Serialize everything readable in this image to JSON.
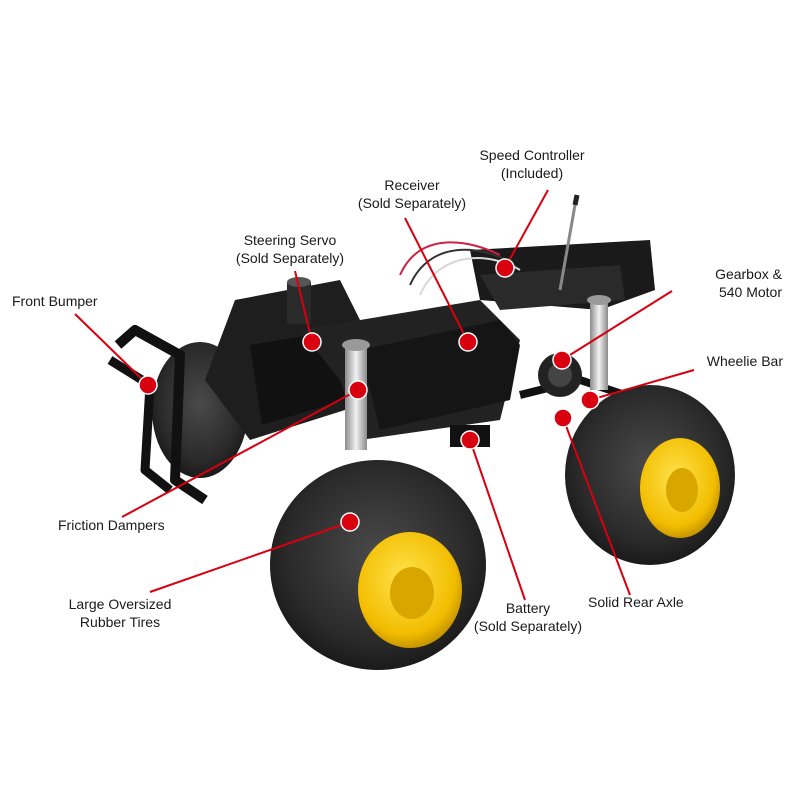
{
  "diagram": {
    "callouts": [
      {
        "id": "speed-controller",
        "lines": [
          "Speed Controller",
          "(Included)"
        ]
      },
      {
        "id": "receiver",
        "lines": [
          "Receiver",
          "(Sold Separately)"
        ]
      },
      {
        "id": "steering-servo",
        "lines": [
          "Steering Servo",
          "(Sold Separately)"
        ]
      },
      {
        "id": "front-bumper",
        "lines": [
          "Front Bumper"
        ]
      },
      {
        "id": "gearbox-motor",
        "lines": [
          "Gearbox &",
          "540 Motor"
        ]
      },
      {
        "id": "wheelie-bar",
        "lines": [
          "Wheelie Bar"
        ]
      },
      {
        "id": "friction-dampers",
        "lines": [
          "Friction Dampers"
        ]
      },
      {
        "id": "rubber-tires",
        "lines": [
          "Large Oversized",
          "Rubber Tires"
        ]
      },
      {
        "id": "battery",
        "lines": [
          "Battery",
          "(Sold Separately)"
        ]
      },
      {
        "id": "rear-axle",
        "lines": [
          "Solid Rear Axle"
        ]
      }
    ],
    "colors": {
      "callout_red": "#d8000f",
      "chassis": "#1c1c1c",
      "tire": "#2b2b2b",
      "wheel": "#f5c400",
      "shock": "#c9c9c9"
    }
  }
}
